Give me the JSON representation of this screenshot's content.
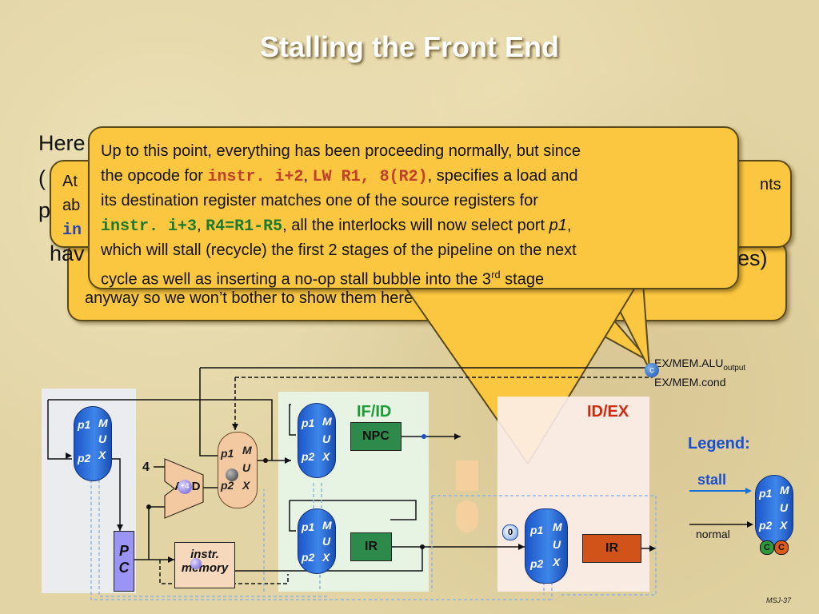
{
  "slide": {
    "title": "Stalling the Front End",
    "footer": "MSJ-37",
    "bg_fragments": {
      "here": "Here",
      "paren": "(",
      "p": "p",
      "hav": "hav",
      "es": "es)",
      "anyway": "anyway so we won’t bother to show them here",
      "at": "At",
      "ab": "ab",
      "in": "in",
      "nts": "nts"
    }
  },
  "callout": {
    "line1": "Up to this point, everything has been proceeding normally, but since",
    "l2a": "the opcode for ",
    "l2code1": "instr. i+2",
    "l2comma": ", ",
    "l2code2": "LW R1, 8(R2)",
    "l2b": ", specifies a load and",
    "line3": "its destination register matches one of the source registers for",
    "l4code1": "instr. i+3",
    "l4comma": ", ",
    "l4code2": "R4=R1-R5",
    "l4b": ", all the interlocks will now select port ",
    "l4port": "p1",
    "l4end": ",",
    "line5": "which will stall (recycle) the first 2 stages of the pipeline on the next",
    "l6a": "cycle as well as inserting a no-op stall bubble into the 3",
    "l6sup": "rd",
    "l6b": " stage"
  },
  "diagram": {
    "signals": {
      "alu_output": "EX/MEM.ALU",
      "alu_output_sub": "output",
      "cond": "EX/MEM.cond",
      "c": "c"
    },
    "four": "4",
    "adder": "ADD",
    "adder_plus": "+4",
    "pc": [
      "P",
      "C"
    ],
    "imem": [
      "instr.",
      "memory"
    ],
    "ifid_label": "IF/ID",
    "idex_label": "ID/EX",
    "npc": "NPC",
    "ir1": "IR",
    "ir2": "IR",
    "zero": "0",
    "mux_text": {
      "p1": "p1",
      "p2": "p2",
      "m": "M",
      "u": "U",
      "x": "X"
    },
    "legend": {
      "title": "Legend:",
      "stall": "stall",
      "normal": "normal",
      "c": "C"
    }
  },
  "colors": {
    "callout_fill": "#fbc740",
    "title": "#ffffff",
    "mux_blue": "#2a6ed8",
    "npc_green": "#2e8a4a",
    "ir_orange": "#d2531a",
    "pc_purple": "#9a94f4",
    "ifid_text": "#1e9a36",
    "idex_text": "#cf2a10",
    "legend_text": "#1a4fd0"
  }
}
